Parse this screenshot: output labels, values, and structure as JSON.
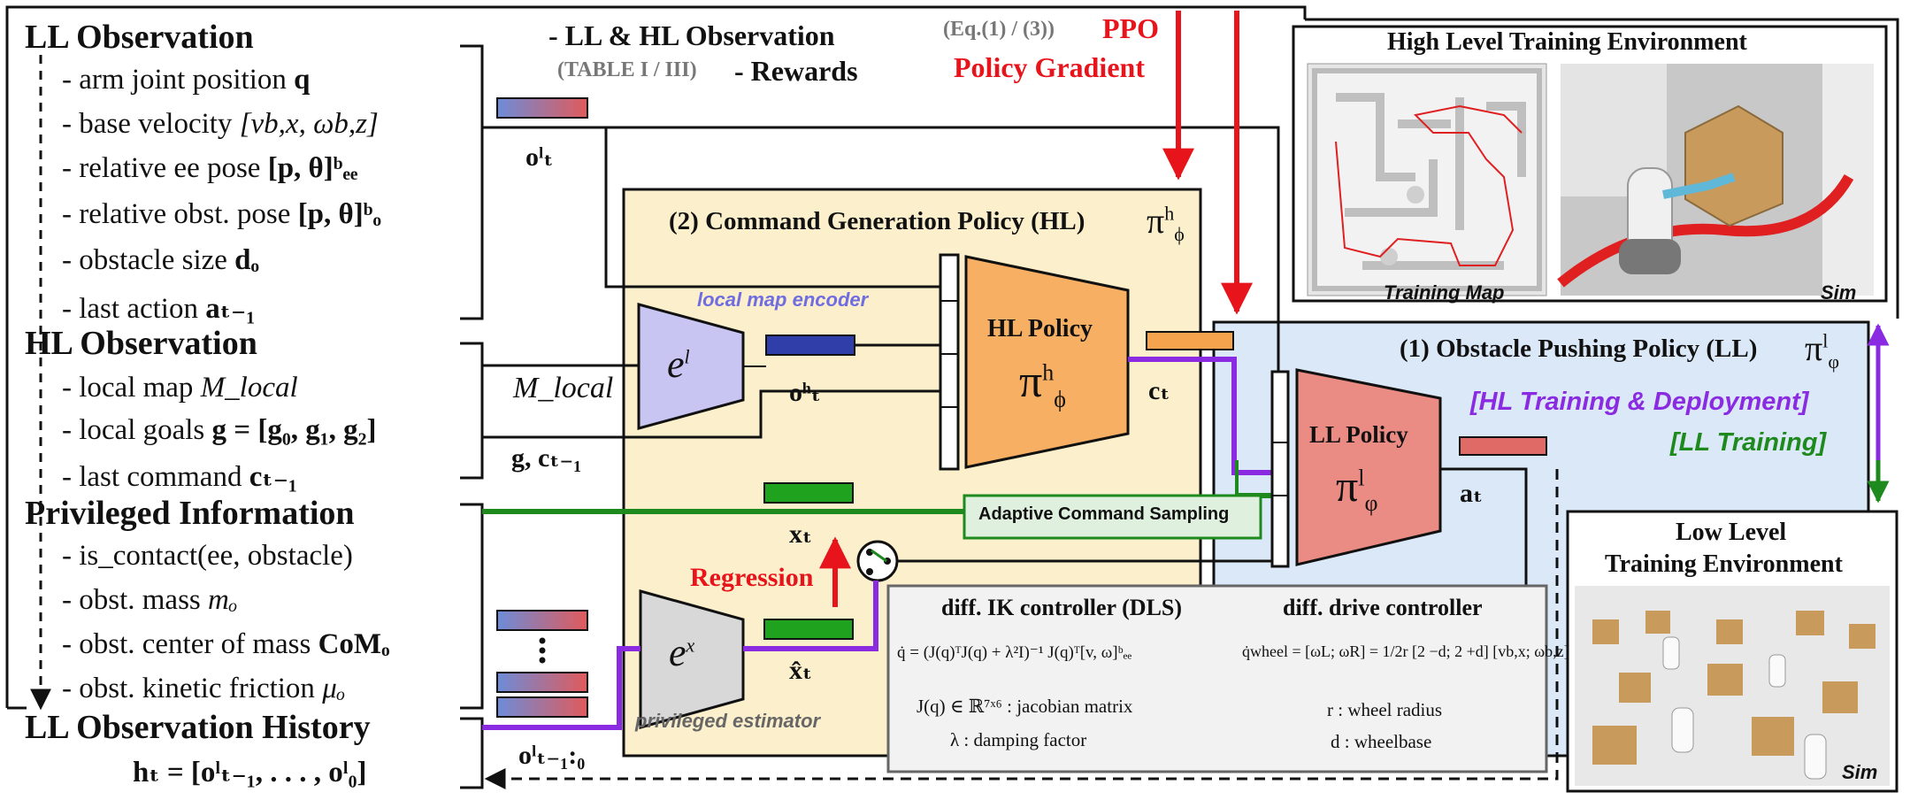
{
  "left_panel": {
    "ll_obs": {
      "title": "LL Observation",
      "items": [
        {
          "text": "- arm joint position",
          "sym": "q"
        },
        {
          "text": "- base velocity",
          "sym": "[vb,x, ωb,z]"
        },
        {
          "text": "- relative ee pose",
          "sym": "[p, θ]ᵇₑₑ"
        },
        {
          "text": "- relative obst. pose",
          "sym": "[p, θ]ᵇₒ"
        },
        {
          "text": "- obstacle size",
          "sym": "dₒ"
        },
        {
          "text": "- last action",
          "sym": "aₜ₋₁"
        }
      ]
    },
    "hl_obs": {
      "title": "HL Observation",
      "items": [
        {
          "text": "- local map",
          "sym": "M_local"
        },
        {
          "text": "- local goals",
          "sym": "g = [g₀, g₁, g₂]"
        },
        {
          "text": "- last command",
          "sym": "cₜ₋₁"
        }
      ]
    },
    "priv": {
      "title": "Privileged Information",
      "items": [
        {
          "text": "- is_contact(ee, obstacle)",
          "sym": ""
        },
        {
          "text": "- obst. mass",
          "sym": "mₒ"
        },
        {
          "text": "- obst. center of mass",
          "sym": "CoMₒ"
        },
        {
          "text": "- obst. kinetic friction",
          "sym": "μₒ"
        }
      ]
    },
    "history": {
      "title": "LL Observation History",
      "formula": "hₜ = [oˡₜ₋₁, . . . , oˡ₀]"
    }
  },
  "top_legend": {
    "line1": "- LL & HL Observation",
    "line2_ref": "(TABLE I / III)",
    "line2": "- Rewards",
    "eq_ref": "(Eq.(1) / (3))",
    "ppo": "PPO",
    "pg": "Policy Gradient"
  },
  "signals": {
    "o_t_l": "oˡₜ",
    "o_t_h": "oʰₜ",
    "m_local": "M_local",
    "g_c": "g, cₜ₋₁",
    "x_t": "xₜ",
    "x_hat_t": "x̂ₜ",
    "c_t": "cₜ",
    "a_t": "aₜ",
    "o_hist": "oˡₜ₋₁:₀"
  },
  "hl_box": {
    "title": "(2) Command Generation Policy (HL)",
    "pi": "π",
    "pi_sup": "h",
    "pi_sub": "ϕ",
    "encoder_label": "local map encoder",
    "encoder_sym": "e",
    "encoder_sup": "l",
    "policy_label": "HL Policy",
    "regression": "Regression",
    "estimator_sym": "e",
    "estimator_sup": "x",
    "estimator_label": "privileged estimator",
    "adaptive": "Adaptive Command Sampling"
  },
  "ll_box": {
    "title": "(1) Obstacle Pushing Policy (LL)",
    "pi": "π",
    "pi_sup": "l",
    "pi_sub": "φ",
    "policy_label": "LL Policy",
    "hl_training": "[HL Training & Deployment]",
    "ll_training": "[LL Training]"
  },
  "controller": {
    "ik_title": "diff. IK controller (DLS)",
    "ik_eq": "q̇ = (J(q)ᵀJ(q) + λ²I)⁻¹ J(q)ᵀ[v, ω]ᵇₑₑ",
    "jacobian": "J(q) ∈ ℝ⁷ˣ⁶ : jacobian matrix",
    "lambda": "λ : damping factor",
    "dd_title": "diff. drive controller",
    "dd_eq": "q̇wheel = [ωL; ωR] = 1/2r [2 −d; 2 +d] [vb,x; ωb,z]",
    "radius": "r : wheel radius",
    "wheelbase": "d : wheelbase"
  },
  "hl_env": {
    "title": "High Level Training Environment",
    "map_caption": "Training Map",
    "sim_caption": "Sim"
  },
  "ll_env": {
    "title_line1": "Low Level",
    "title_line2": "Training Environment",
    "sim_caption": "Sim"
  },
  "colors": {
    "hl_fill": "#fcefcc",
    "ll_fill": "#dbe8f8",
    "encoder": "#c9c5f3",
    "hl_policy": "#f7b063",
    "ll_policy": "#ea8c84",
    "estimator": "#d8d8d8",
    "green": "#1e8a1e",
    "purple": "#8a2be2",
    "red": "#e8141c",
    "latent_blue": "#2f3ea8",
    "command_orange": "#f5a34d",
    "action_red": "#e06a66"
  }
}
